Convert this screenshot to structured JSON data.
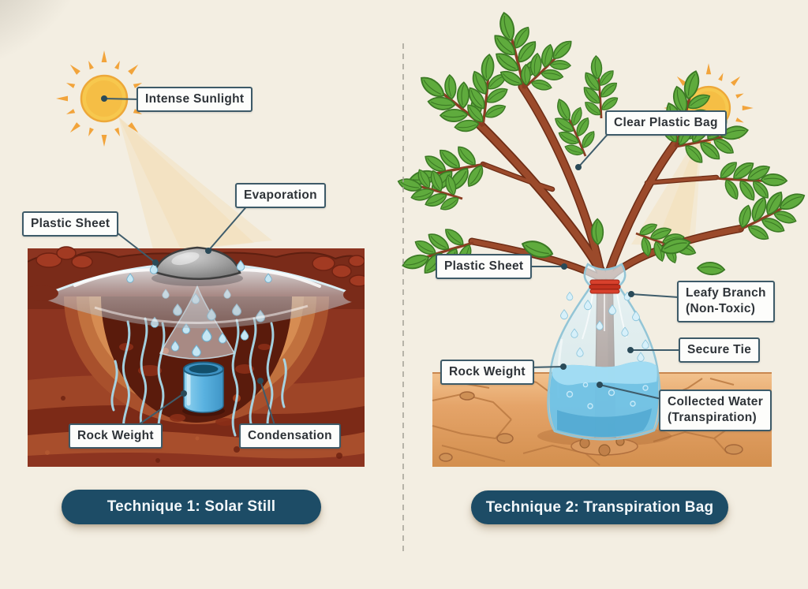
{
  "page": {
    "background": "#f3eee2",
    "divider_style": "vertical-dashed-line"
  },
  "left_panel": {
    "title": "Technique 1: Solar Still",
    "labels": {
      "intense_sunlight": "Intense Sunlight",
      "plastic_sheet": "Plastic Sheet",
      "evaporation": "Evaporation",
      "rock_weight": "Rock Weight",
      "condensation": "Condensation"
    },
    "illustrations": [
      "sun",
      "solar-still-cross-section",
      "buried-pit",
      "collection-cup",
      "plastic-sheet-dome",
      "rock-weight",
      "vapor-lines",
      "water-droplets"
    ]
  },
  "right_panel": {
    "title": "Technique 2: Transpiration Bag",
    "labels": {
      "clear_plastic_bag": "Clear Plastic Bag",
      "plastic_sheet": "Plastic Sheet",
      "leafy_branch_line1": "Leafy Branch",
      "leafy_branch_line2": "(Non-Toxic)",
      "secure_tie": "Secure Tie",
      "rock_weight": "Rock Weight",
      "collected_water_line1": "Collected Water",
      "collected_water_line2": "(Transpiration)"
    },
    "illustrations": [
      "sun",
      "leafy-tree",
      "clear-plastic-bag",
      "red-tie",
      "collected-water-pool",
      "cracked-dry-ground"
    ]
  },
  "colors": {
    "background": "#f3eee2",
    "title_pill": "#1d4c66",
    "title_text": "#f2f7fa",
    "label_box_bg": "#fdfdfb",
    "label_box_border": "#3d5a68",
    "label_text": "#2e3338",
    "leader_line": "#3e5c6b",
    "sun": "#f7c84e",
    "sun_rays": "#f2a43b",
    "leaf_green": "#5fab3d",
    "branch_brown": "#9b4a2b",
    "soil_red": "#8c3420",
    "sand_orange": "#e5a469",
    "water_blue": "#6fc2e6",
    "plastic": "#d9eef5",
    "tie_red": "#d8402c"
  }
}
